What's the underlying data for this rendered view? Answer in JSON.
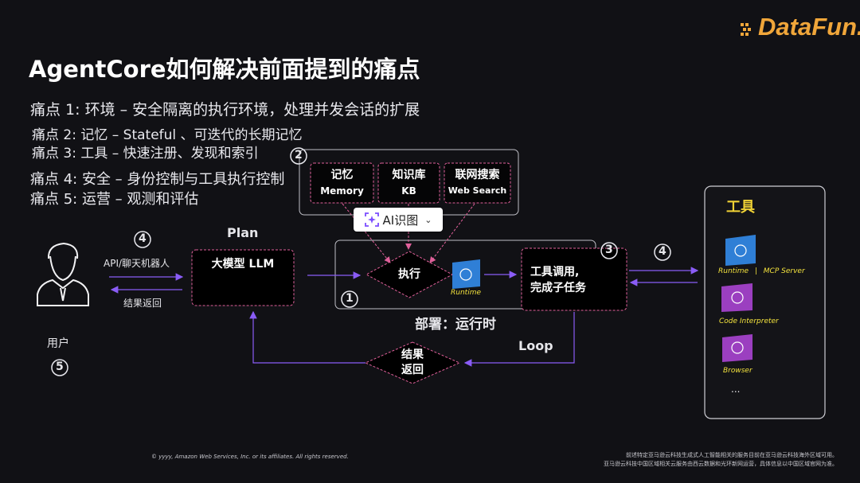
{
  "title": "AgentCore如何解决前面提到的痛点",
  "logo": "DataFun.",
  "pain_points": [
    "痛点 1: 环境 – 安全隔离的执行环境，处理并发会话的扩展",
    "痛点 2: 记忆 – Stateful 、可迭代的长期记忆",
    "痛点 3: 工具 – 快速注册、发现和索引",
    "痛点 4: 安全 –  身份控制与工具执行控制",
    "痛点 5: 运营 – 观测和评估"
  ],
  "diagram": {
    "user_label": "用户",
    "api_label": "API/聊天机器人",
    "return_label": "结果返回",
    "plan_label": "Plan",
    "llm_label": "大模型 LLM",
    "memory_cn": "记忆",
    "memory_en": "Memory",
    "kb_cn": "知识库",
    "kb_en": "KB",
    "web_cn": "联网搜索",
    "web_en": "Web Search",
    "execute_label": "执行",
    "runtime_label": "Runtime",
    "tool_call_line1": "工具调用,",
    "tool_call_line2": "完成子任务",
    "deploy_label": "部署：运行时",
    "loop_label": "Loop",
    "result_line1": "结果",
    "result_line2": "返回",
    "tools_title": "工具",
    "tool_runtime": "Runtime",
    "tool_sep": "|",
    "tool_mcp": "MCP Server",
    "tool_code": "Code Interpreter",
    "tool_browser": "Browser",
    "tool_more": "...",
    "badges": {
      "b1": "1",
      "b2": "2",
      "b3": "3",
      "b4a": "4",
      "b4b": "4",
      "b5": "5"
    }
  },
  "ai_button": {
    "label": "AI识图",
    "icon": "scan-image-icon"
  },
  "footer_left": "© yyyy, Amazon Web Services, Inc. or its affiliates. All rights reserved.",
  "footer_right_1": "前述特定亚马逊云科技生成式人工智能相关的服务目前在亚马逊云科技海外区域可用。",
  "footer_right_2": "亚马逊云科技中国区域相关云服务由西云数据和光环新网运营，具体信息以中国区域官网为准。",
  "colors": {
    "background": "#111115",
    "accent_pink": "#e0609a",
    "accent_purple": "#8a5cf6",
    "runtime_blue": "#2f7fd6",
    "tool_purple": "#9b3fc0",
    "label_yellow": "#f3e23d",
    "logo_orange": "#f0a63a"
  }
}
